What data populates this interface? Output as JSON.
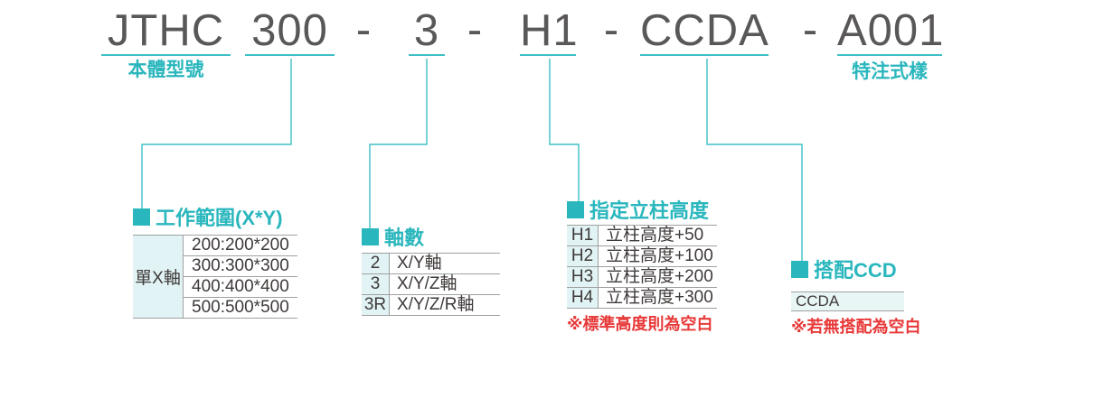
{
  "model_code": {
    "separator": "-",
    "segments": [
      {
        "text": "JTHC",
        "label": "本體型號"
      },
      {
        "text": "300"
      },
      {
        "text": "3"
      },
      {
        "text": "H1"
      },
      {
        "text": "CCDA"
      },
      {
        "text": "A001",
        "label": "特注式樣"
      }
    ]
  },
  "colors": {
    "accent_teal": "#29b6bd",
    "light_cyan_cell": "#e1f3f4",
    "note_red": "#e83838",
    "title_gray": "#595757",
    "border_gray": "#9fa0a0"
  },
  "tables": [
    {
      "title": "工作範圍(X*Y)",
      "merged_label": "單X軸",
      "rows": [
        "200:200*200",
        "300:300*300",
        "400:400*400",
        "500:500*500"
      ]
    },
    {
      "title": "軸數",
      "rows": [
        [
          "2",
          "X/Y軸"
        ],
        [
          "3",
          "X/Y/Z軸"
        ],
        [
          "3R",
          "X/Y/Z/R軸"
        ]
      ]
    },
    {
      "title": "指定立柱高度",
      "rows": [
        [
          "H1",
          "立柱高度+50"
        ],
        [
          "H2",
          "立柱高度+100"
        ],
        [
          "H3",
          "立柱高度+200"
        ],
        [
          "H4",
          "立柱高度+300"
        ]
      ],
      "note": "※標準高度則為空白"
    },
    {
      "title": "搭配CCD",
      "rows": [
        "CCDA"
      ],
      "note": "※若無搭配為空白"
    }
  ]
}
